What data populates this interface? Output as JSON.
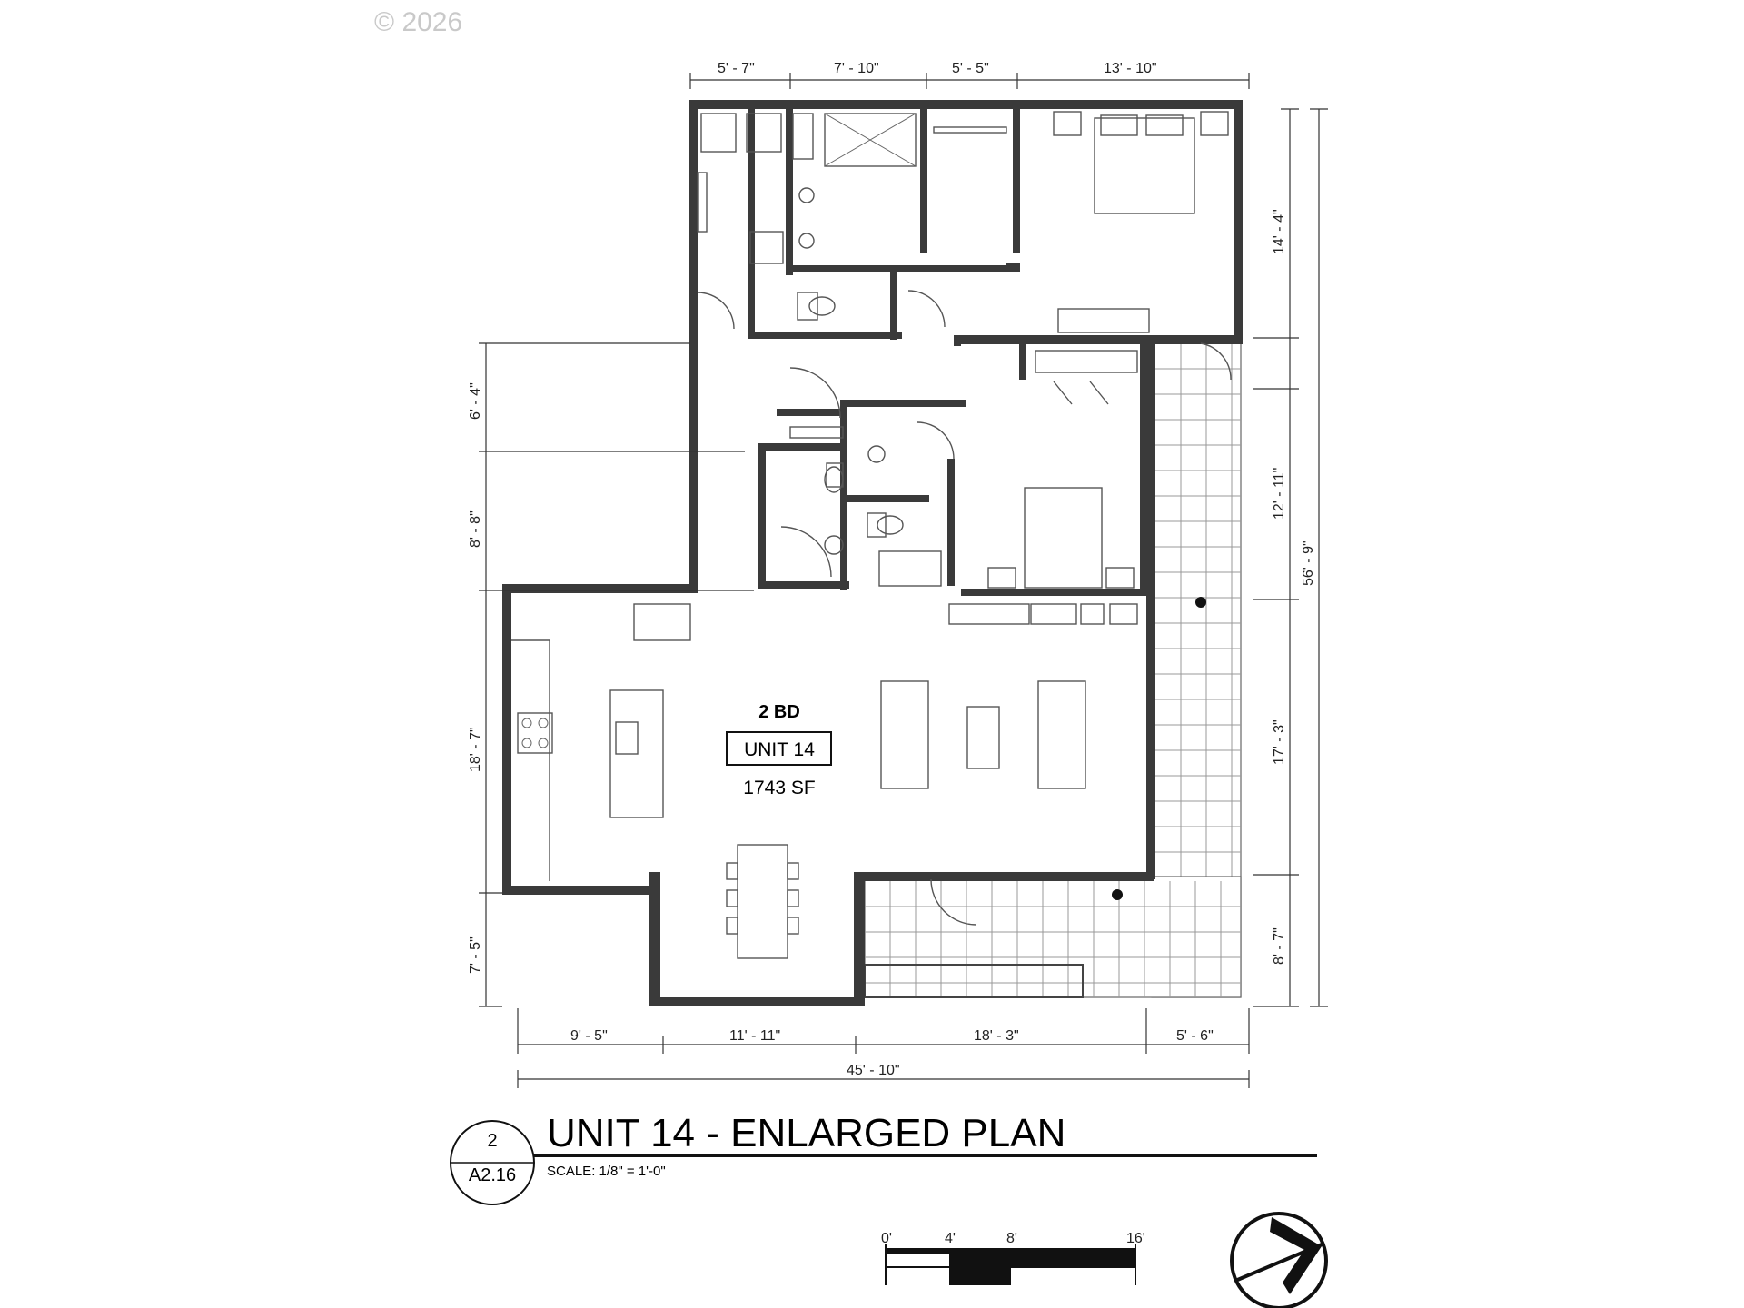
{
  "copyright": "© 2026",
  "dimensions": {
    "top": [
      "5' - 7\"",
      "7' - 10\"",
      "5' - 5\"",
      "13' - 10\""
    ],
    "left": [
      "6' - 4\"",
      "8' - 8\"",
      "18' - 7\"",
      "7' - 5\""
    ],
    "right_inner": [
      "14' - 4\"",
      "12' - 11\"",
      "17' - 3\"",
      "8' - 7\""
    ],
    "right_overall": "56' - 9\"",
    "bottom": [
      "9' - 5\"",
      "11' - 11\"",
      "18' - 3\"",
      "5' - 6\""
    ],
    "bottom_overall": "45' - 10\""
  },
  "unit_label": {
    "bedrooms": "2 BD",
    "unit": "UNIT 14",
    "area": "1743 SF"
  },
  "title_block": {
    "detail_number": "2",
    "sheet": "A2.16",
    "title": "UNIT 14 - ENLARGED PLAN",
    "scale": "SCALE:  1/8\" = 1'-0\""
  },
  "scale_bar": {
    "labels": [
      "0'",
      "4'",
      "8'",
      "16'"
    ]
  },
  "north_arrow": "north-arrow-icon"
}
